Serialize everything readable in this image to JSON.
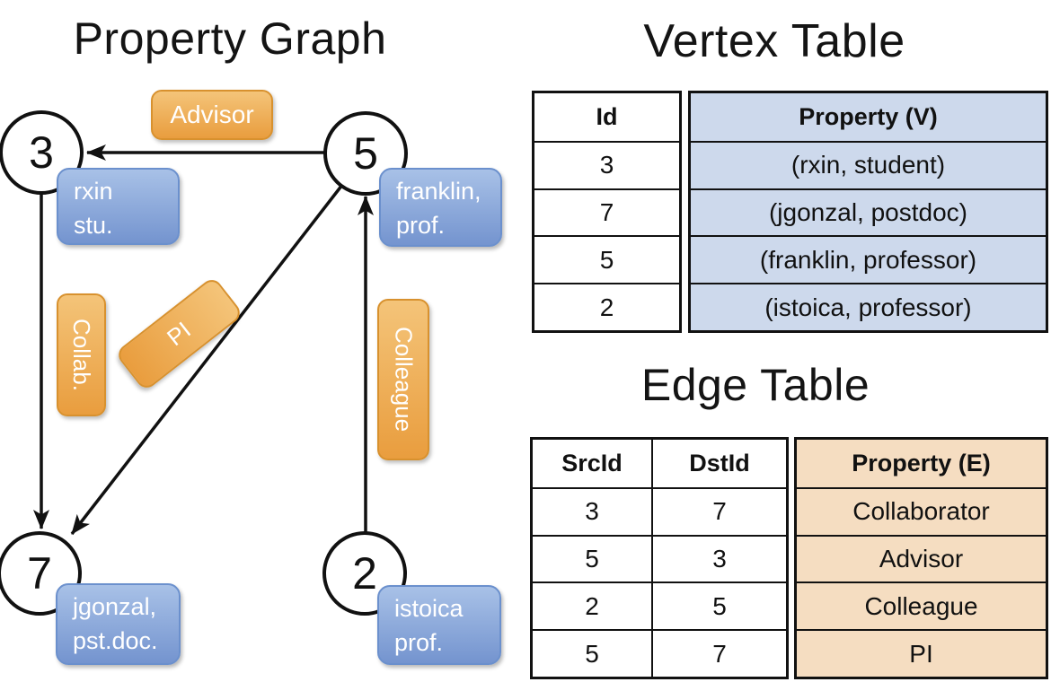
{
  "graph": {
    "title": "Property Graph",
    "nodes": [
      {
        "id": "3",
        "property": [
          "rxin",
          "stu."
        ]
      },
      {
        "id": "5",
        "property": [
          "franklin,",
          "prof."
        ]
      },
      {
        "id": "7",
        "property": [
          "jgonzal,",
          "pst.doc."
        ]
      },
      {
        "id": "2",
        "property": [
          "istoica",
          "prof."
        ]
      }
    ],
    "edge_labels": [
      {
        "label": "Advisor"
      },
      {
        "label": "Collab."
      },
      {
        "label": "PI"
      },
      {
        "label": "Colleague"
      }
    ]
  },
  "vertex_table": {
    "title": "Vertex Table",
    "headers": {
      "id": "Id",
      "property": "Property (V)"
    },
    "rows": [
      {
        "id": "3",
        "property": "(rxin, student)"
      },
      {
        "id": "7",
        "property": "(jgonzal, postdoc)"
      },
      {
        "id": "5",
        "property": "(franklin, professor)"
      },
      {
        "id": "2",
        "property": "(istoica, professor)"
      }
    ]
  },
  "edge_table": {
    "title": "Edge Table",
    "headers": {
      "src": "SrcId",
      "dst": "DstId",
      "property": "Property (E)"
    },
    "rows": [
      {
        "src": "3",
        "dst": "7",
        "property": "Collaborator"
      },
      {
        "src": "5",
        "dst": "3",
        "property": "Advisor"
      },
      {
        "src": "2",
        "dst": "5",
        "property": "Colleague"
      },
      {
        "src": "5",
        "dst": "7",
        "property": "PI"
      }
    ]
  },
  "colors": {
    "edge_label_fill": "#EFAC55",
    "vertex_property_fill": "#8CA9DC",
    "vertex_table_cell_fill": "#CDD9EC",
    "edge_table_cell_fill": "#F5DDC1",
    "line_color": "#111111"
  }
}
